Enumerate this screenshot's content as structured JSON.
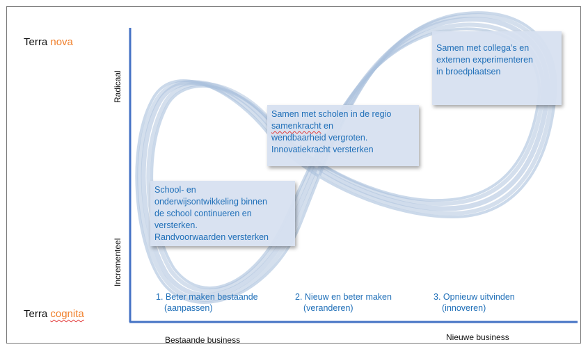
{
  "diagram": {
    "terra_nova": {
      "word1": "Terra",
      "word2": "nova"
    },
    "terra_cognita": {
      "word1": "Terra",
      "word2": "cognita"
    },
    "y_axis": {
      "top_label": "Radicaal",
      "bottom_label": "Incrementeel"
    },
    "x_axis": {
      "left_label": "Bestaande business",
      "right_label": "Nieuwe business"
    },
    "boxes": {
      "left": {
        "lines": [
          "School- en",
          "onderwijsontwikkeling binnen",
          "de school continueren en",
          "versterken.",
          "Randvoorwaarden versterken"
        ]
      },
      "middle": {
        "lines": [
          "Samen met scholen in de regio",
          "samenkracht",
          " en",
          "wendbaarheid vergroten.",
          "Innovatiekracht versterken"
        ]
      },
      "right": {
        "lines": [
          "Samen met collega’s en",
          "externen experimenteren",
          "in broedplaatsen"
        ]
      }
    },
    "stages": [
      {
        "line1": "1. Beter maken bestaande",
        "line2": "(aanpassen)"
      },
      {
        "line1": "2. Nieuw en beter maken",
        "line2": "(veranderen)"
      },
      {
        "line1": "3. Opnieuw uitvinden",
        "line2": "(innoveren)"
      }
    ],
    "colors": {
      "axis": "#4472c4",
      "loop": "#a9bfdc",
      "box_text": "#1f6fb8",
      "accent": "#f07f2a"
    }
  }
}
